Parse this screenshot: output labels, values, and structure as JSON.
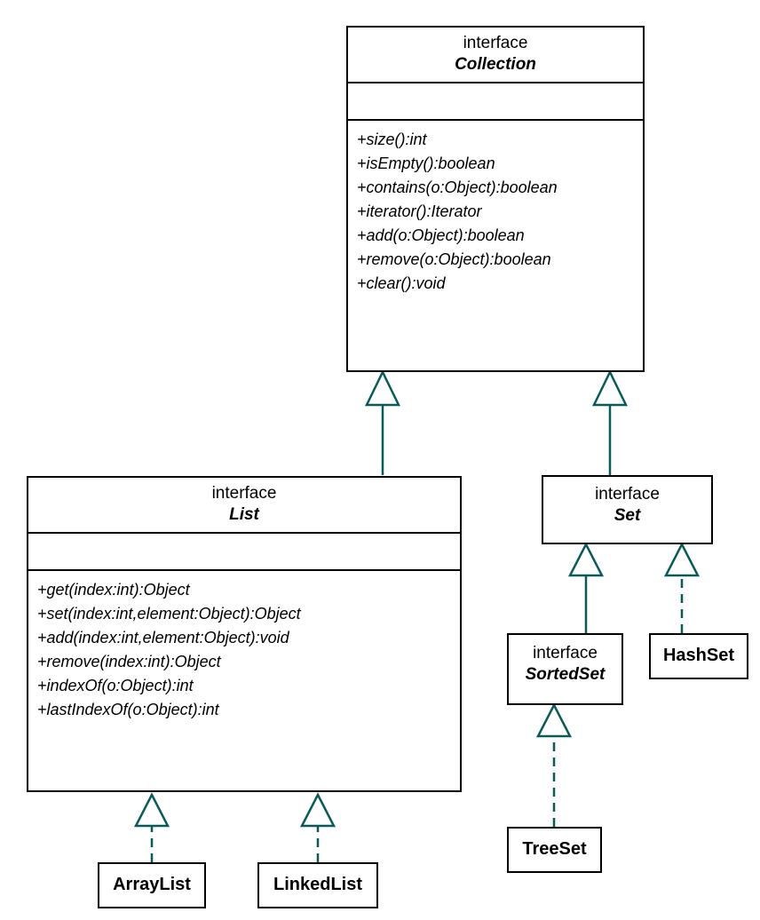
{
  "diagram": {
    "title": "Java Collections Framework UML class diagram",
    "stereotype_label": "interface",
    "line_color": "#0a5a5a",
    "box_border_color": "#000000",
    "background_color": "#ffffff"
  },
  "classes": {
    "collection": {
      "stereotype": "interface",
      "name": "Collection",
      "kind": "interface",
      "attributes": [],
      "operations": [
        "+size():int",
        "+isEmpty():boolean",
        "+contains(o:Object):boolean",
        "+iterator():Iterator",
        "+add(o:Object):boolean",
        "+remove(o:Object):boolean",
        "+clear():void"
      ]
    },
    "list": {
      "stereotype": "interface",
      "name": "List",
      "kind": "interface",
      "attributes": [],
      "operations": [
        "+get(index:int):Object",
        "+set(index:int,element:Object):Object",
        "+add(index:int,element:Object):void",
        "+remove(index:int):Object",
        "+indexOf(o:Object):int",
        "+lastIndexOf(o:Object):int"
      ]
    },
    "set": {
      "stereotype": "interface",
      "name": "Set",
      "kind": "interface"
    },
    "sortedset": {
      "stereotype": "interface",
      "name": "SortedSet",
      "kind": "interface"
    },
    "hashset": {
      "name": "HashSet",
      "kind": "class"
    },
    "treeset": {
      "name": "TreeSet",
      "kind": "class"
    },
    "arraylist": {
      "name": "ArrayList",
      "kind": "class"
    },
    "linkedlist": {
      "name": "LinkedList",
      "kind": "class"
    }
  },
  "relationships": [
    {
      "from": "List",
      "to": "Collection",
      "type": "generalization",
      "line": "solid"
    },
    {
      "from": "Set",
      "to": "Collection",
      "type": "generalization",
      "line": "solid"
    },
    {
      "from": "SortedSet",
      "to": "Set",
      "type": "generalization",
      "line": "solid"
    },
    {
      "from": "HashSet",
      "to": "Set",
      "type": "realization",
      "line": "dashed"
    },
    {
      "from": "TreeSet",
      "to": "SortedSet",
      "type": "realization",
      "line": "dashed"
    },
    {
      "from": "ArrayList",
      "to": "List",
      "type": "realization",
      "line": "dashed"
    },
    {
      "from": "LinkedList",
      "to": "List",
      "type": "realization",
      "line": "dashed"
    }
  ]
}
